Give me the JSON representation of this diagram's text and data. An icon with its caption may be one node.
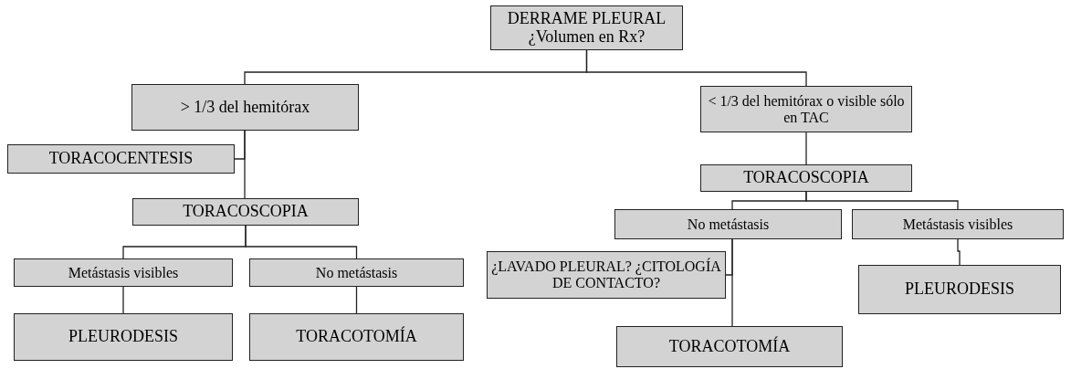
{
  "diagram": {
    "nodes": [
      {
        "text": [
          "DERRAME PLEURAL ¿Volumen en Rx?"
        ]
      },
      {
        "text": [
          "> 1/3 del hemitórax"
        ]
      },
      {
        "text": [
          "< 1/3 del hemitórax o visible sólo en TAC"
        ]
      },
      {
        "text": [
          "TORACOCENTESIS"
        ]
      },
      {
        "text": [
          "TORACOSCOPIA"
        ]
      },
      {
        "text": [
          "Metástasis visibles"
        ]
      },
      {
        "text": [
          "No metástasis"
        ]
      },
      {
        "text": [
          "PLEURODESIS"
        ]
      },
      {
        "text": [
          "TORACOTOMÍA"
        ]
      },
      {
        "text": [
          "TORACOSCOPIA"
        ]
      },
      {
        "text": [
          "No metástasis"
        ]
      },
      {
        "text": [
          "Metástasis visibles"
        ]
      },
      {
        "text": [
          "¿LAVADO PLEURAL? ¿CITOLOGÍA DE CONTACTO?"
        ]
      },
      {
        "text": [
          "PLEURODESIS"
        ]
      },
      {
        "text": [
          "TORACOTOMÍA"
        ]
      }
    ],
    "edges": [
      {
        "from": 0,
        "to": 1,
        "arrow": "none"
      },
      {
        "from": 0,
        "to": 2,
        "arrow": "none"
      },
      {
        "from": 1,
        "to": 3,
        "arrow": "none"
      },
      {
        "from": 1,
        "to": 4,
        "arrow": "none"
      },
      {
        "from": 4,
        "to": 5,
        "arrow": "none"
      },
      {
        "from": 4,
        "to": 6,
        "arrow": "none"
      },
      {
        "from": 5,
        "to": 7,
        "arrow": "none"
      },
      {
        "from": 6,
        "to": 8,
        "arrow": "none"
      },
      {
        "from": 2,
        "to": 9,
        "arrow": "none"
      },
      {
        "from": 9,
        "to": 10,
        "arrow": "none"
      },
      {
        "from": 9,
        "to": 11,
        "arrow": "none"
      },
      {
        "from": 10,
        "to": 12,
        "arrow": "none"
      },
      {
        "from": 10,
        "to": 14,
        "arrow": "none"
      },
      {
        "from": 11,
        "to": 13,
        "arrow": "none"
      }
    ]
  }
}
